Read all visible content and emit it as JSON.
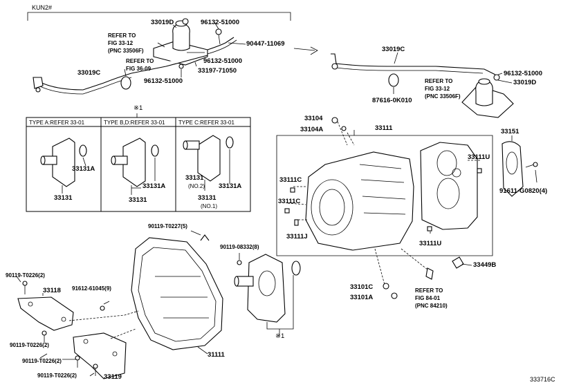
{
  "header_tag": "KUN2#",
  "figure_code": "333716C",
  "refer_notes": {
    "fig33_12_left": [
      "REFER TO",
      "FIG 33-12",
      "(PNC 33506F)"
    ],
    "fig36_09": [
      "REFER TO",
      "FIG 36-09"
    ],
    "fig33_12_right": [
      "REFER TO",
      "FIG 33-12",
      "(PNC 33506F)"
    ],
    "fig84_01": [
      "REFER TO",
      "FIG 84-01",
      "(PNC 84210)"
    ]
  },
  "type_boxes": {
    "mark": "※1",
    "a": {
      "title": "TYPE A:REFER 33-01",
      "labels": [
        "33131A",
        "33131"
      ]
    },
    "bd": {
      "title": "TYPE B,D:REFER 33-01",
      "labels": [
        "33131A",
        "33131"
      ]
    },
    "c": {
      "title": "TYPE C:REFER 33-01",
      "labels": [
        "33131",
        "(NO.2)",
        "33131A",
        "33131",
        "(NO.1)"
      ]
    }
  },
  "parts": {
    "p33019D_l": "33019D",
    "p96132_a": "96132-51000",
    "p90447": "90447-11069",
    "p96132_b": "96132-51000",
    "p33197": "33197-71050",
    "p96132_c": "96132-51000",
    "p33019C_l": "33019C",
    "p33019C_r": "33019C",
    "p96132_d": "96132-51000",
    "p33019D_r": "33019D",
    "p87616": "87616-0K010",
    "p33104": "33104",
    "p33104A": "33104A",
    "p33111": "33111",
    "p33151": "33151",
    "p33111U_a": "33111U",
    "p91611": "91611-G0820(4)",
    "p33111C_a": "33111C",
    "p33111C_b": "33111C",
    "p33111J": "33111J",
    "p33111U_b": "33111U",
    "p33449B": "33449B",
    "p90119_0227": "90119-T0227(5)",
    "p90119_08332": "90119-08332(8)",
    "p90119_0226a": "90119-T0226(2)",
    "p33118": "33118",
    "p91612": "91612-61045(9)",
    "p33101C": "33101C",
    "p33101A": "33101A",
    "p90119_0226b": "90119-T0226(2)",
    "p90119_0226c": "90119-T0226(2)",
    "p90119_0226d": "90119-T0226(2)",
    "p33119": "33119",
    "p31111": "31111",
    "mark_bottom": "※1"
  }
}
